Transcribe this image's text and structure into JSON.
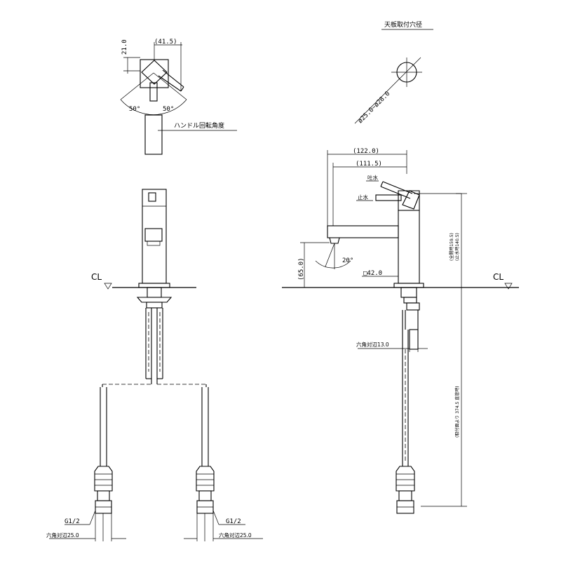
{
  "labels": {
    "mounting_hole_title": "天板取付穴径",
    "mounting_hole_dia": "ø25.0~ø28.0",
    "handle_rotation": "ハンドル回転角度",
    "dim_21": "21.0",
    "dim_41_5": "(41.5)",
    "angle_left": "50°",
    "angle_right": "50°",
    "dim_122": "(122.0)",
    "dim_111_5": "(111.5)",
    "water_out": "吐水",
    "water_stop": "止水",
    "dim_65": "(65.0)",
    "angle_20": "20°",
    "sq_42": "□42.0",
    "height_open": "(全開時159.5)",
    "height_stop": "(止水時140.5)",
    "cl_left": "CL",
    "cl_right": "CL",
    "hex_13": "六角対辺13.0",
    "install_len": "(取付面より  374.5  直管時)",
    "g_left": "G1/2",
    "g_right": "G1/2",
    "hex_25_left": "六角対辺25.0",
    "hex_25_right": "六角対辺25.0"
  }
}
